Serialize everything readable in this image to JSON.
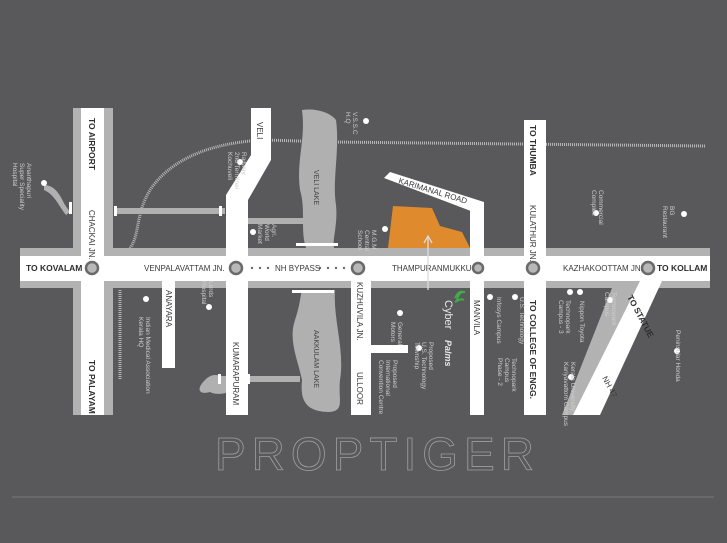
{
  "colors": {
    "background": "#59585a",
    "road": "#ffffff",
    "road_shoulder": "#b2b2b2",
    "lake": "#b0b0b0",
    "project_site": "#e08a2e",
    "logo_green": "#3fae49"
  },
  "roads": {
    "to_airport": "TO AIRPORT",
    "chackai": "CHACKAI JN.",
    "to_palayam": "TO PALAYAM",
    "to_kovalam": "TO KOVALAM",
    "venpalavattam": "VENPALAVATTAM JN.",
    "nh_bypass": "NH BYPASS",
    "veli": "VELI",
    "kumarapuram": "KUMARAPURAM",
    "anayara": "ANAYARA",
    "kuzhuvila": "KUZHUVILA JN.",
    "ulloor": "ULLOOR",
    "thampuranmukku": "THAMPURANMUKKU",
    "karimanal": "KARIMANAL ROAD",
    "manvila": "MANVILA",
    "to_thumba": "TO THUMBA",
    "kulathur": "KULATHUR JN.",
    "to_college": "TO COLLEGE OF ENGG.",
    "kazhakoottam": "KAZHAKOOTTAM JN.",
    "to_kollam": "TO KOLLAM",
    "to_statue": "TO STATUE",
    "nh47": "NH 47"
  },
  "lakes": {
    "veli": "VELI LAKE",
    "aakkulam": "AAKKULAM LAKE"
  },
  "pois": [
    [
      "Ananthapuri",
      "Super Speciality",
      "Hospital"
    ],
    [
      "Railway",
      "2nd Terminal",
      "Kochuveli"
    ],
    [
      "V.S.S.C",
      "H.Q"
    ],
    [
      "Agri.",
      "World",
      "Market"
    ],
    [
      "M.G.M",
      "Central",
      "School"
    ],
    [
      "Lords",
      "Hospital"
    ],
    [
      "Indian Medical Association",
      "Kerala HQ"
    ],
    [
      "General",
      "Motors"
    ],
    [
      "Proposed",
      "U.S. Technology",
      "Township"
    ],
    [
      "Proposed",
      "International",
      "Convention Centre"
    ],
    [
      "Infosys Campus"
    ],
    [
      "U.S. Technology"
    ],
    [
      "Technopark",
      "Campus",
      "Phase - 2"
    ],
    [
      "Commercial",
      "Complex"
    ],
    [
      "BG",
      "Restaurant"
    ],
    [
      "Technopark",
      "Campus"
    ],
    [
      "Nippon Toyota"
    ],
    [
      "Technopark",
      "Campus - 3"
    ],
    [
      "Kerala University",
      "Kariyavattom Campus"
    ],
    [
      "Peninsular Honda"
    ]
  ],
  "project": {
    "logo_main": "Cyber",
    "logo_script": "Palms"
  },
  "watermark": "PROPTIGER"
}
